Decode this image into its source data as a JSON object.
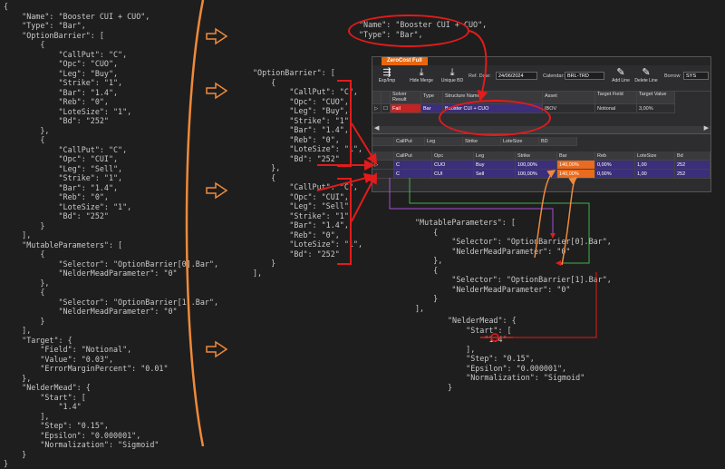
{
  "left_code": "{\n    \"Name\": \"Booster CUI + CUO\",\n    \"Type\": \"Bar\",\n    \"OptionBarrier\": [\n        {\n            \"CallPut\": \"C\",\n            \"Opc\": \"CUO\",\n            \"Leg\": \"Buy\",\n            \"Strike\": \"1\",\n            \"Bar\": \"1.4\",\n            \"Reb\": \"0\",\n            \"LoteSize\": \"1\",\n            \"Bd\": \"252\"\n        },\n        {\n            \"CallPut\": \"C\",\n            \"Opc\": \"CUI\",\n            \"Leg\": \"Sell\",\n            \"Strike\": \"1\",\n            \"Bar\": \"1.4\",\n            \"Reb\": \"0\",\n            \"LoteSize\": \"1\",\n            \"Bd\": \"252\"\n        }\n    ],\n    \"MutableParameters\": [\n        {\n            \"Selector\": \"OptionBarrier[0].Bar\",\n            \"NelderMeadParameter\": \"0\"\n        },\n        {\n            \"Selector\": \"OptionBarrier[1].Bar\",\n            \"NelderMeadParameter\": \"0\"\n        }\n    ],\n    \"Target\": {\n        \"Field\": \"Notional\",\n        \"Value\": \"0.03\",\n        \"ErrorMarginPercent\": \"0.01\"\n    },\n    \"NelderMead\": {\n        \"Start\": [\n            \"1.4\"\n        ],\n        \"Step\": \"0.15\",\n        \"Epsilon\": \"0.000001\",\n        \"Normalization\": \"Sigmoid\"\n    }\n}",
  "name_type_code": "\"Name\": \"Booster CUI + CUO\",\n\"Type\": \"Bar\",",
  "option_barrier_code": "\"OptionBarrier\": [\n    {\n        \"CallPut\": \"C\",\n        \"Opc\": \"CUO\",\n        \"Leg\": \"Buy\",\n        \"Strike\": \"1\",\n        \"Bar\": \"1.4\",\n        \"Reb\": \"0\",\n        \"LoteSize\": \"1\",\n        \"Bd\": \"252\"\n    },\n    {\n        \"CallPut\": \"C\",\n        \"Opc\": \"CUI\",\n        \"Leg\": \"Sell\",\n        \"Strike\": \"1\",\n        \"Bar\": \"1.4\",\n        \"Reb\": \"0\",\n        \"LoteSize\": \"1\",\n        \"Bd\": \"252\"\n    }\n],",
  "mutable_code": "\"MutableParameters\": [\n    {\n        \"Selector\": \"OptionBarrier[0].Bar\",\n        \"NelderMeadParameter\": \"0\"\n    },\n    {\n        \"Selector\": \"OptionBarrier[1].Bar\",\n        \"NelderMeadParameter\": \"0\"\n    }\n],",
  "nelder_code": "\"NelderMead\": {\n    \"Start\": [\n        \"1.4\"\n    ],\n    \"Step\": \"0.15\",\n    \"Epsilon\": \"0.000001\",\n    \"Normalization\": \"Sigmoid\"\n}",
  "app": {
    "tab_title": "ZeroCost Full",
    "toolbar": {
      "exp_imp": "Exp/Imp",
      "hide_merge": "Hide Merge",
      "unique_bd": "Unique BD",
      "ref_date_label": "Ref. Date:",
      "ref_date_value": "24/06/2024",
      "calendar_label": "Calendar:",
      "calendar_value": "BRL-TRD",
      "add_line": "Add Line",
      "delete_line": "Delete Line",
      "borrow_label": "Borrow",
      "borrow_value": "SYS"
    },
    "main_header": [
      "",
      "",
      "Solver Result",
      "Type",
      "Structure Name",
      "Asset",
      "Target Field",
      "Target Value"
    ],
    "main_row": [
      "",
      "",
      "Fail",
      "Bar",
      "Booster CUI + CUO",
      "IBOV",
      "Notional",
      "3,00%"
    ],
    "sub_header": [
      "",
      "CallPut",
      "Leg",
      "Strike",
      "LoteSize",
      "BD"
    ],
    "detail_header": [
      "",
      "CallPut",
      "Opc",
      "Leg",
      "Strike",
      "Bar",
      "Reb",
      "LoteSize",
      "Bd"
    ],
    "detail_rows": [
      [
        "",
        "C",
        "CUO",
        "Buy",
        "100,00%",
        "140,00%",
        "0,00%",
        "1,00",
        "252"
      ],
      [
        "",
        "C",
        "CUI",
        "Sell",
        "100,00%",
        "140,00%",
        "0,00%",
        "1,00",
        "252"
      ]
    ]
  },
  "colors": {
    "accent_orange": "#e8660d",
    "highlight_red": "#e21b1b",
    "selected_row": "#3b2e7a",
    "background": "#1e1e1e"
  }
}
